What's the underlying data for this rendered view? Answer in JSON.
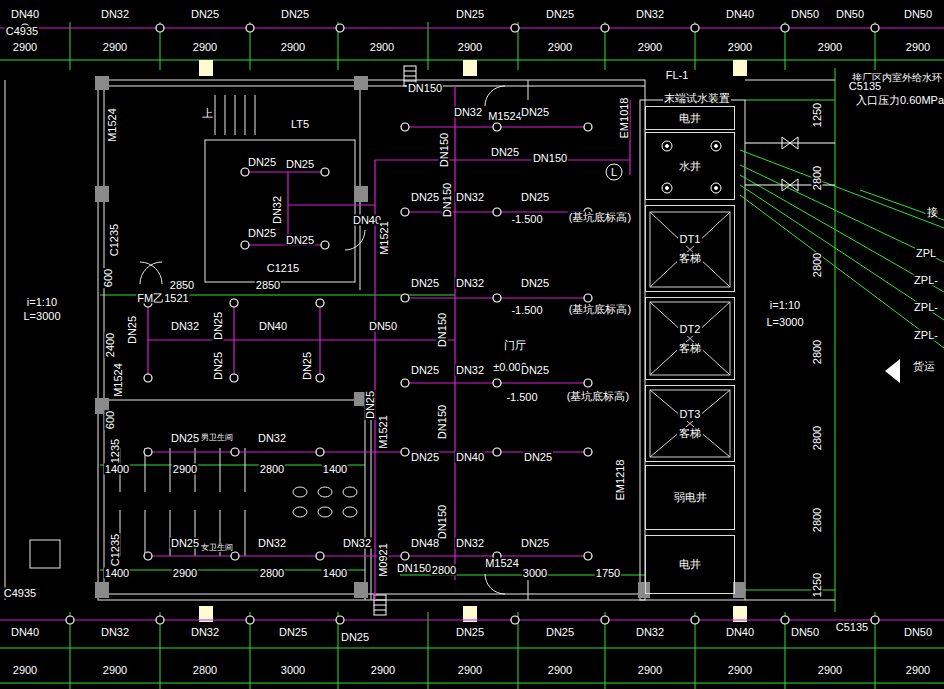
{
  "diagram": {
    "nodes": [
      {
        "text": [
          "电井"
        ]
      },
      {
        "text": [
          "水井"
        ]
      },
      {
        "text": [
          "DT1",
          "客梯"
        ]
      },
      {
        "text": [
          "DT2",
          "客梯"
        ]
      },
      {
        "text": [
          "DT3",
          "客梯"
        ]
      },
      {
        "text": [
          "弱电井"
        ]
      },
      {
        "text": [
          "电井"
        ]
      }
    ],
    "labels": [
      "DN40",
      "DN32",
      "DN25",
      "DN25",
      "DN25",
      "DN25",
      "DN32",
      "DN40",
      "DN50",
      "DN50",
      "DN50",
      "2900",
      "2900",
      "2900",
      "2900",
      "2900",
      "2900",
      "2900",
      "2900",
      "2900",
      "2900",
      "2900",
      "C4935",
      "DN150",
      "上",
      "LT5",
      "M1524",
      "DN32",
      "M1524",
      "DN25",
      "FL-1",
      "末端试水装置",
      "EM1018",
      "接厂区内室外给水环",
      "入口压力0.60MPa",
      "C5135",
      "1250",
      "2800",
      "2800",
      "2800",
      "2800",
      "2800",
      "1250",
      "DN25",
      "DN25",
      "DN32",
      "DN25",
      "DN25",
      "C1215",
      "DN40",
      "M1521",
      "DN150",
      "DN25",
      "DN150",
      "L",
      "DN25",
      "DN150",
      "DN32",
      "DN25",
      "-1.500",
      "(基坑底标高)",
      "2850",
      "2850",
      "FM乙1521",
      "i=1:10",
      "L=3000",
      "DN25",
      "DN32",
      "DN25",
      "-1.500",
      "(基坑底标高)",
      "i=1:10",
      "L=3000",
      "接",
      "ZPL",
      "ZPL-",
      "ZPL-",
      "ZPL-",
      "货运",
      "DN25",
      "DN32",
      "DN25",
      "DN40",
      "DN50",
      "DN25",
      "DN25",
      "2400",
      "M1524",
      "DN150",
      "门厅",
      "±0.000",
      "DN25",
      "DN32",
      "DN25",
      "-1.500",
      "(基坑底标高)",
      "600",
      "DN25",
      "DN25",
      "男卫生间",
      "DN32",
      "C1235",
      "M1521",
      "DN150",
      "DN25",
      "DN40",
      "DN25",
      "1400",
      "2900",
      "2800",
      "1400",
      "EM1218",
      "DN25",
      "女卫生间",
      "DN32",
      "DN32",
      "C1235",
      "DN150",
      "DN48",
      "DN32",
      "DN25",
      "1400",
      "2900",
      "2800",
      "1400",
      "DN150",
      "2800",
      "M1524",
      "3000",
      "1750",
      "M0921",
      "C4935",
      "C1235",
      "600",
      "DN40",
      "DN32",
      "DN32",
      "DN25",
      "DN25",
      "DN25",
      "DN25",
      "DN32",
      "DN40",
      "DN50",
      "C5135",
      "DN50",
      "2900",
      "2900",
      "2800",
      "3000",
      "2900",
      "2900",
      "2900",
      "2900",
      "2900",
      "2900",
      "2900"
    ]
  }
}
